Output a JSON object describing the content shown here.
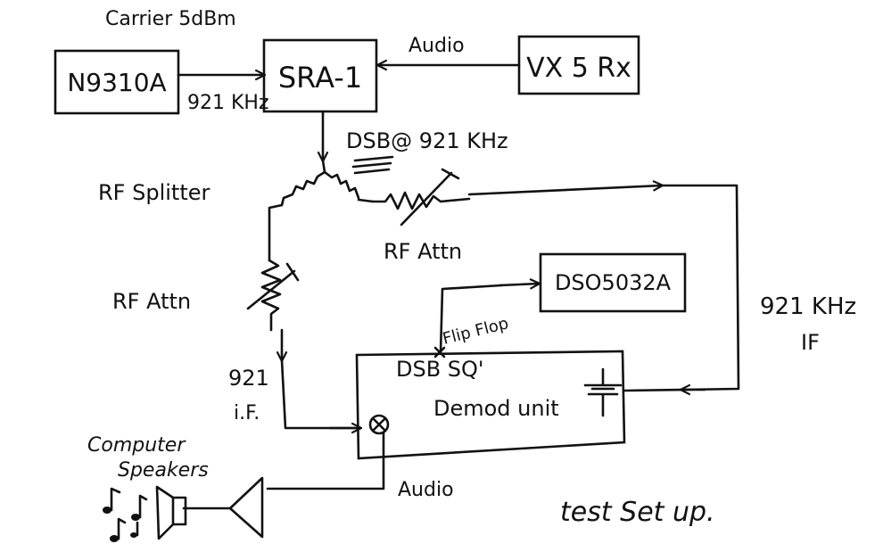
{
  "diagram": {
    "top_note": "Carrier  5dBm",
    "blocks": {
      "generator": "N9310A",
      "sra": "SRA-1",
      "receiver": "VX 5 Rx",
      "scope": "DSO5032A",
      "demod_line1": "DSB  SQ'",
      "demod_line2": "Demod unit"
    },
    "labels": {
      "freq_in": "921 KHz",
      "audio_top": "Audio",
      "dsb_out": "DSB@ 921 KHz",
      "splitter": "RF Splitter",
      "attn_right": "RF Attn",
      "attn_left": "RF Attn",
      "flipflop": "Flip Flop",
      "if_right_1": "921 KHz",
      "if_right_2": "IF",
      "if_left_1": "921",
      "if_left_2": "i.F.",
      "speakers_1": "Computer",
      "speakers_2": "Speakers",
      "audio_bottom": "Audio",
      "caption": "test Set up."
    },
    "icons": [
      "music-notes-icon",
      "speaker-icon",
      "mixer-icon",
      "crystal-icon",
      "variable-resistor-icon"
    ]
  }
}
